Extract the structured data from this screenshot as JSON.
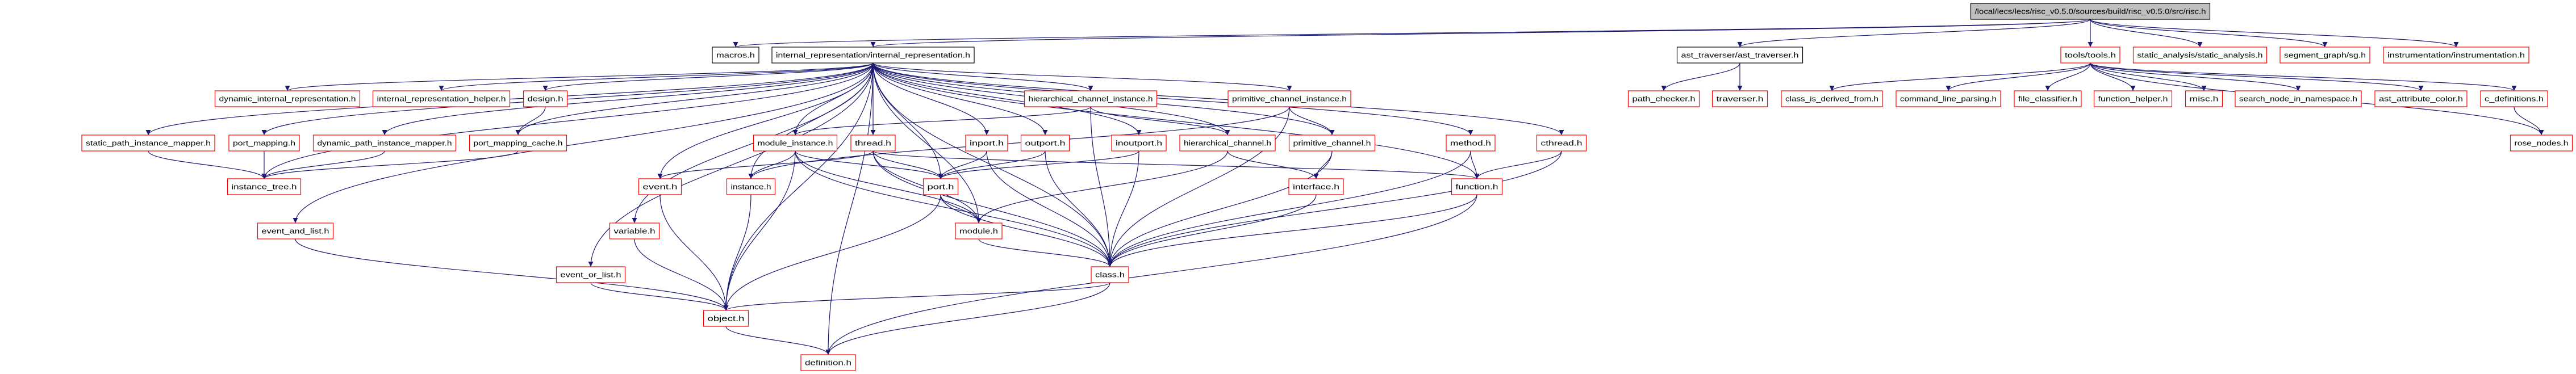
{
  "graph": {
    "type": "include-dependency-graph",
    "colors": {
      "edge": "#191970",
      "root_fill": "#bfbfbf",
      "documented_border": "#000000",
      "undocumented_border": "#ff0000",
      "node_fill": "#ffffff"
    },
    "nodes": [
      {
        "id": "root",
        "label": "/local/lecs/lecs/risc_v0.5.0/sources/build/risc_v0.5.0/src/risc.h",
        "kind": "root"
      },
      {
        "id": "macros",
        "label": "macros.h",
        "kind": "documented"
      },
      {
        "id": "ir",
        "label": "internal_representation/internal_representation.h",
        "kind": "documented"
      },
      {
        "id": "ast_traverser",
        "label": "ast_traverser/ast_traverser.h",
        "kind": "documented"
      },
      {
        "id": "tools",
        "label": "tools/tools.h",
        "kind": "undocumented"
      },
      {
        "id": "static_analysis",
        "label": "static_analysis/static_analysis.h",
        "kind": "undocumented"
      },
      {
        "id": "segment_graph",
        "label": "segment_graph/sg.h",
        "kind": "undocumented"
      },
      {
        "id": "instrumentation",
        "label": "instrumentation/instrumentation.h",
        "kind": "undocumented"
      },
      {
        "id": "dynamic_ir",
        "label": "dynamic_internal_representation.h",
        "kind": "undocumented"
      },
      {
        "id": "ir_helper",
        "label": "internal_representation_helper.h",
        "kind": "undocumented"
      },
      {
        "id": "design",
        "label": "design.h",
        "kind": "undocumented"
      },
      {
        "id": "hci",
        "label": "hierarchical_channel_instance.h",
        "kind": "undocumented"
      },
      {
        "id": "pci",
        "label": "primitive_channel_instance.h",
        "kind": "undocumented"
      },
      {
        "id": "path_checker",
        "label": "path_checker.h",
        "kind": "undocumented"
      },
      {
        "id": "traverser",
        "label": "traverser.h",
        "kind": "undocumented"
      },
      {
        "id": "class_is_derived_from",
        "label": "class_is_derived_from.h",
        "kind": "undocumented"
      },
      {
        "id": "command_line_parsing",
        "label": "command_line_parsing.h",
        "kind": "undocumented"
      },
      {
        "id": "file_classifier",
        "label": "file_classifier.h",
        "kind": "undocumented"
      },
      {
        "id": "function_helper",
        "label": "function_helper.h",
        "kind": "undocumented"
      },
      {
        "id": "misc",
        "label": "misc.h",
        "kind": "undocumented"
      },
      {
        "id": "search_node",
        "label": "search_node_in_namespace.h",
        "kind": "undocumented"
      },
      {
        "id": "ast_attribute_color",
        "label": "ast_attribute_color.h",
        "kind": "undocumented"
      },
      {
        "id": "c_definitions",
        "label": "c_definitions.h",
        "kind": "undocumented"
      },
      {
        "id": "static_path",
        "label": "static_path_instance_mapper.h",
        "kind": "undocumented"
      },
      {
        "id": "port_mapping",
        "label": "port_mapping.h",
        "kind": "undocumented"
      },
      {
        "id": "dynamic_path",
        "label": "dynamic_path_instance_mapper.h",
        "kind": "undocumented"
      },
      {
        "id": "port_mapping_cache",
        "label": "port_mapping_cache.h",
        "kind": "undocumented"
      },
      {
        "id": "module_instance",
        "label": "module_instance.h",
        "kind": "undocumented"
      },
      {
        "id": "thread",
        "label": "thread.h",
        "kind": "undocumented"
      },
      {
        "id": "inport",
        "label": "inport.h",
        "kind": "undocumented"
      },
      {
        "id": "outport",
        "label": "outport.h",
        "kind": "undocumented"
      },
      {
        "id": "inoutport",
        "label": "inoutport.h",
        "kind": "undocumented"
      },
      {
        "id": "hierarchical_channel",
        "label": "hierarchical_channel.h",
        "kind": "undocumented"
      },
      {
        "id": "primitive_channel",
        "label": "primitive_channel.h",
        "kind": "undocumented"
      },
      {
        "id": "method",
        "label": "method.h",
        "kind": "undocumented"
      },
      {
        "id": "cthread",
        "label": "cthread.h",
        "kind": "undocumented"
      },
      {
        "id": "rose_nodes",
        "label": "rose_nodes.h",
        "kind": "undocumented"
      },
      {
        "id": "instance_tree",
        "label": "instance_tree.h",
        "kind": "undocumented"
      },
      {
        "id": "event",
        "label": "event.h",
        "kind": "undocumented"
      },
      {
        "id": "instance",
        "label": "instance.h",
        "kind": "undocumented"
      },
      {
        "id": "port",
        "label": "port.h",
        "kind": "undocumented"
      },
      {
        "id": "interface",
        "label": "interface.h",
        "kind": "undocumented"
      },
      {
        "id": "function",
        "label": "function.h",
        "kind": "undocumented"
      },
      {
        "id": "event_and_list",
        "label": "event_and_list.h",
        "kind": "undocumented"
      },
      {
        "id": "variable",
        "label": "variable.h",
        "kind": "undocumented"
      },
      {
        "id": "module",
        "label": "module.h",
        "kind": "undocumented"
      },
      {
        "id": "event_or_list",
        "label": "event_or_list.h",
        "kind": "undocumented"
      },
      {
        "id": "class",
        "label": "class.h",
        "kind": "undocumented"
      },
      {
        "id": "object",
        "label": "object.h",
        "kind": "undocumented"
      },
      {
        "id": "definition",
        "label": "definition.h",
        "kind": "undocumented"
      }
    ],
    "edges": [
      [
        "root",
        "macros"
      ],
      [
        "root",
        "ir"
      ],
      [
        "root",
        "ast_traverser"
      ],
      [
        "root",
        "tools"
      ],
      [
        "root",
        "static_analysis"
      ],
      [
        "root",
        "segment_graph"
      ],
      [
        "root",
        "instrumentation"
      ],
      [
        "ast_traverser",
        "path_checker"
      ],
      [
        "ast_traverser",
        "traverser"
      ],
      [
        "tools",
        "class_is_derived_from"
      ],
      [
        "tools",
        "command_line_parsing"
      ],
      [
        "tools",
        "file_classifier"
      ],
      [
        "tools",
        "function_helper"
      ],
      [
        "tools",
        "misc"
      ],
      [
        "tools",
        "search_node"
      ],
      [
        "tools",
        "ast_attribute_color"
      ],
      [
        "tools",
        "c_definitions"
      ],
      [
        "tools",
        "rose_nodes"
      ],
      [
        "c_definitions",
        "rose_nodes"
      ],
      [
        "ir",
        "dynamic_ir"
      ],
      [
        "ir",
        "ir_helper"
      ],
      [
        "ir",
        "design"
      ],
      [
        "ir",
        "static_path"
      ],
      [
        "ir",
        "port_mapping"
      ],
      [
        "ir",
        "dynamic_path"
      ],
      [
        "ir",
        "port_mapping_cache"
      ],
      [
        "ir",
        "instance_tree"
      ],
      [
        "ir",
        "event_and_list"
      ],
      [
        "ir",
        "event_or_list"
      ],
      [
        "ir",
        "variable"
      ],
      [
        "ir",
        "event"
      ],
      [
        "ir",
        "object"
      ],
      [
        "ir",
        "definition"
      ],
      [
        "ir",
        "module_instance"
      ],
      [
        "ir",
        "thread"
      ],
      [
        "ir",
        "inport"
      ],
      [
        "ir",
        "outport"
      ],
      [
        "ir",
        "inoutport"
      ],
      [
        "ir",
        "hci"
      ],
      [
        "ir",
        "pci"
      ],
      [
        "ir",
        "hierarchical_channel"
      ],
      [
        "ir",
        "primitive_channel"
      ],
      [
        "ir",
        "method"
      ],
      [
        "ir",
        "cthread"
      ],
      [
        "ir",
        "function"
      ],
      [
        "ir",
        "class"
      ],
      [
        "ir",
        "port"
      ],
      [
        "ir",
        "instance"
      ],
      [
        "ir",
        "module"
      ],
      [
        "design",
        "port_mapping_cache"
      ],
      [
        "static_path",
        "instance_tree"
      ],
      [
        "port_mapping",
        "instance_tree"
      ],
      [
        "dynamic_path",
        "instance_tree"
      ],
      [
        "port_mapping_cache",
        "instance_tree"
      ],
      [
        "event",
        "object"
      ],
      [
        "event_and_list",
        "object"
      ],
      [
        "event_or_list",
        "object"
      ],
      [
        "variable",
        "object"
      ],
      [
        "module_instance",
        "instance"
      ],
      [
        "module_instance",
        "port"
      ],
      [
        "module_instance",
        "module"
      ],
      [
        "module_instance",
        "class"
      ],
      [
        "module_instance",
        "object"
      ],
      [
        "thread",
        "event"
      ],
      [
        "thread",
        "port"
      ],
      [
        "thread",
        "class"
      ],
      [
        "thread",
        "function"
      ],
      [
        "thread",
        "module"
      ],
      [
        "inport",
        "port"
      ],
      [
        "inport",
        "class"
      ],
      [
        "outport",
        "port"
      ],
      [
        "outport",
        "class"
      ],
      [
        "inoutport",
        "port"
      ],
      [
        "inoutport",
        "class"
      ],
      [
        "hci",
        "module_instance"
      ],
      [
        "hci",
        "hierarchical_channel"
      ],
      [
        "hci",
        "class"
      ],
      [
        "pci",
        "instance"
      ],
      [
        "pci",
        "primitive_channel"
      ],
      [
        "pci",
        "class"
      ],
      [
        "hierarchical_channel",
        "interface"
      ],
      [
        "hierarchical_channel",
        "module"
      ],
      [
        "primitive_channel",
        "interface"
      ],
      [
        "primitive_channel",
        "class"
      ],
      [
        "method",
        "function"
      ],
      [
        "method",
        "class"
      ],
      [
        "cthread",
        "function"
      ],
      [
        "cthread",
        "class"
      ],
      [
        "interface",
        "class"
      ],
      [
        "function",
        "class"
      ],
      [
        "function",
        "definition"
      ],
      [
        "instance",
        "object"
      ],
      [
        "port",
        "object"
      ],
      [
        "port",
        "module"
      ],
      [
        "port",
        "class"
      ],
      [
        "module",
        "class"
      ],
      [
        "class",
        "object"
      ],
      [
        "class",
        "definition"
      ],
      [
        "object",
        "definition"
      ]
    ]
  }
}
